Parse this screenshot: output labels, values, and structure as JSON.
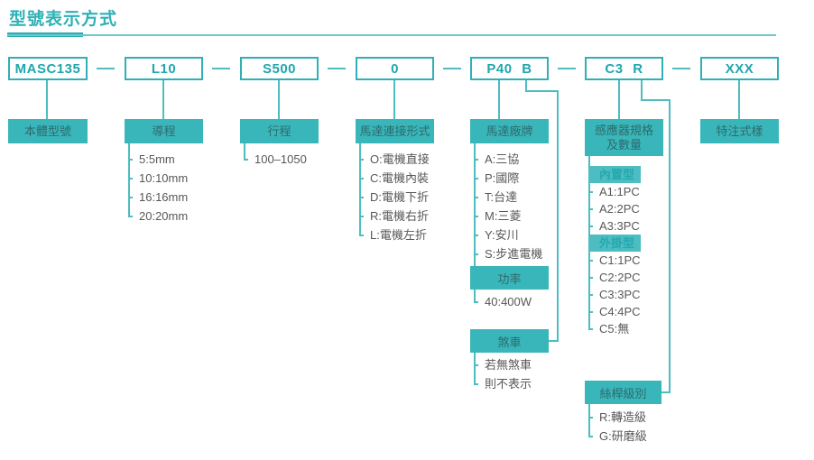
{
  "title": "型號表示方式",
  "colors": {
    "teal": "#2fb0b5",
    "box_fill": "#39b6b9",
    "line": "#4dbdc1",
    "label_text": "#2e6b6e",
    "list_text": "#58585a"
  },
  "columns": [
    {
      "code": "MASC135",
      "label": "本體型號"
    },
    {
      "code": "L10",
      "label": "導程",
      "items": [
        "5:5mm",
        "10:10mm",
        "16:16mm",
        "20:20mm"
      ]
    },
    {
      "code": "S500",
      "label": "行程",
      "items": [
        "100–1050"
      ]
    },
    {
      "code": "0",
      "label": "馬達連接形式",
      "items": [
        "O:電機直接",
        "C:電機內裝",
        "D:電機下折",
        "R:電機右折",
        "L:電機左折"
      ]
    },
    {
      "code": "P40 B",
      "label": "馬達廠牌",
      "items": [
        "A:三協",
        "P:國際",
        "T:台達",
        "M:三菱",
        "Y:安川",
        "S:步進電機"
      ]
    },
    {
      "code": "C3 R",
      "label": "感應器規格",
      "label2": "及數量",
      "items": [
        "內置型",
        "A1:1PC",
        "A2:2PC",
        "A3:3PC",
        "外掛型",
        "C1:1PC",
        "C2:2PC",
        "C3:3PC",
        "C4:4PC",
        "C5:無"
      ]
    },
    {
      "code": "XXX",
      "label": "特注式樣"
    }
  ],
  "power_box": {
    "label": "功率",
    "items": [
      "40:400W"
    ]
  },
  "brake_box": {
    "label": "煞車",
    "items": [
      "若無煞車",
      "則不表示"
    ]
  },
  "screw_box": {
    "label": "絲桿級別",
    "items": [
      "R:轉造級",
      "G:研磨級"
    ]
  }
}
